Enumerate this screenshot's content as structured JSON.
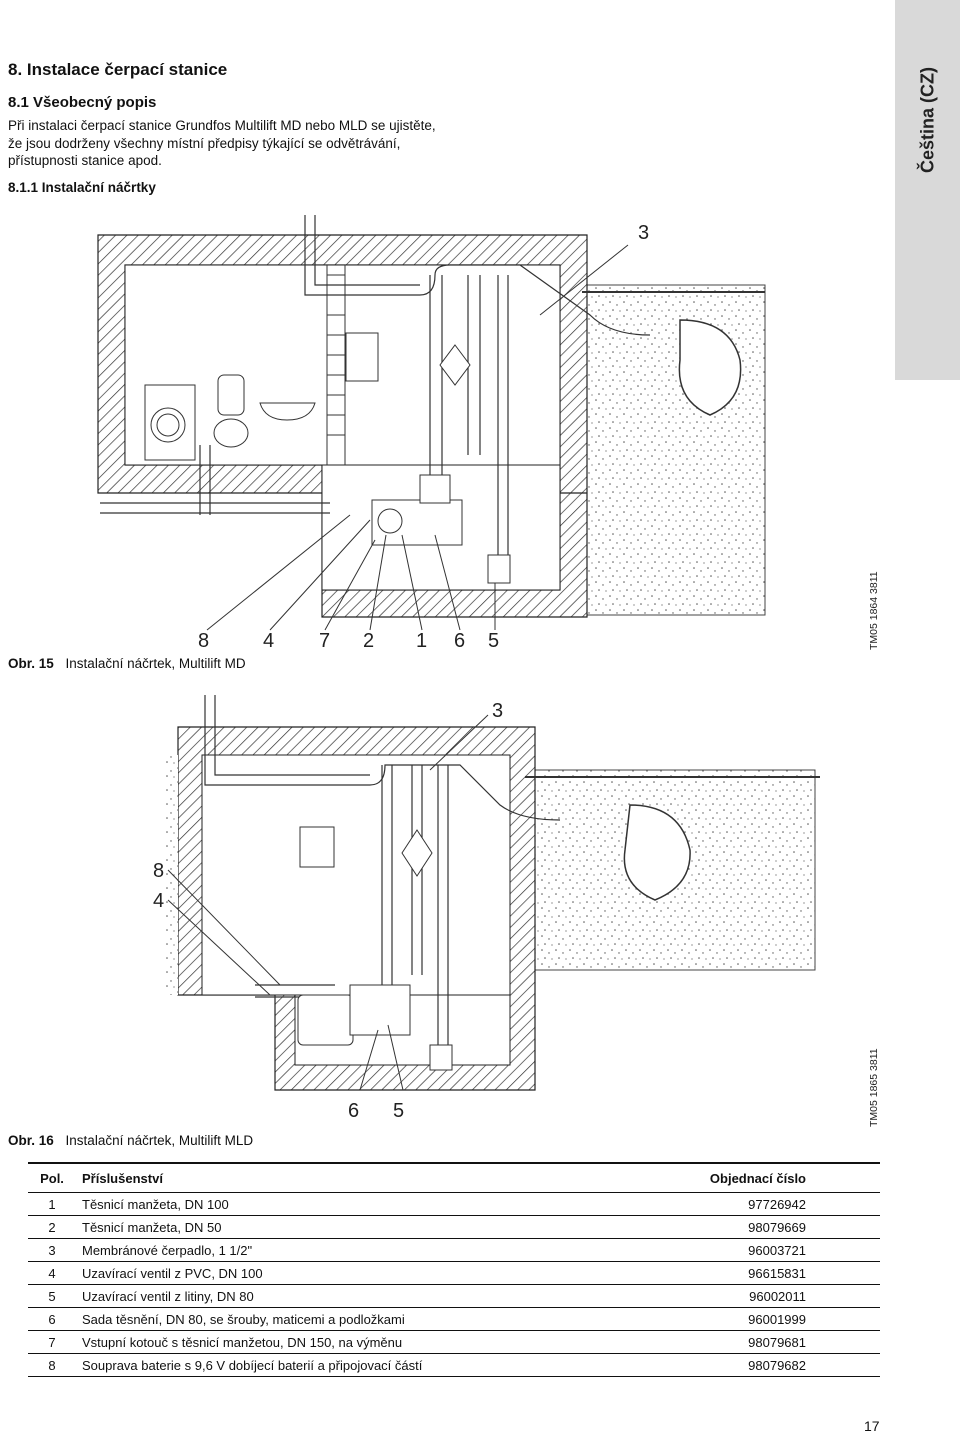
{
  "side_tab": "Čeština (CZ)",
  "section_title": "8. Instalace čerpací stanice",
  "subsection_title": "8.1 Všeobecný popis",
  "intro_text": "Při instalaci čerpací stanice Grundfos Multilift MD nebo MLD se ujistěte, že jsou dodrženy všechny místní předpisy týkající se odvětrávání, přístupnosti stanice apod.",
  "subsubsection_title": "8.1.1 Instalační náčrtky",
  "figure1": {
    "caption_label": "Obr. 15",
    "caption_text": "Instalační náčrtek, Multilift MD",
    "code": "TM05 1864 3811",
    "callouts": [
      "3",
      "8",
      "4",
      "7",
      "2",
      "1",
      "6",
      "5"
    ]
  },
  "figure2": {
    "caption_label": "Obr. 16",
    "caption_text": "Instalační náčrtek, Multilift MLD",
    "code": "TM05 1865 3811",
    "callouts": [
      "3",
      "8",
      "4",
      "6",
      "5"
    ]
  },
  "table": {
    "headers": [
      "Pol.",
      "Příslušenství",
      "Objednací číslo"
    ],
    "rows": [
      [
        "1",
        "Těsnicí manžeta, DN 100",
        "97726942"
      ],
      [
        "2",
        "Těsnicí manžeta, DN 50",
        "98079669"
      ],
      [
        "3",
        "Membránové čerpadlo, 1 1/2\"",
        "96003721"
      ],
      [
        "4",
        "Uzavírací ventil z PVC, DN 100",
        "96615831"
      ],
      [
        "5",
        "Uzavírací ventil z litiny, DN 80",
        "96002011"
      ],
      [
        "6",
        "Sada těsnění, DN 80, se šrouby, maticemi a podložkami",
        "96001999"
      ],
      [
        "7",
        "Vstupní kotouč s těsnicí manžetou, DN 150, na výměnu",
        "98079681"
      ],
      [
        "8",
        "Souprava baterie s 9,6 V dobíjecí baterií a připojovací částí",
        "98079682"
      ]
    ]
  },
  "page_number": "17"
}
